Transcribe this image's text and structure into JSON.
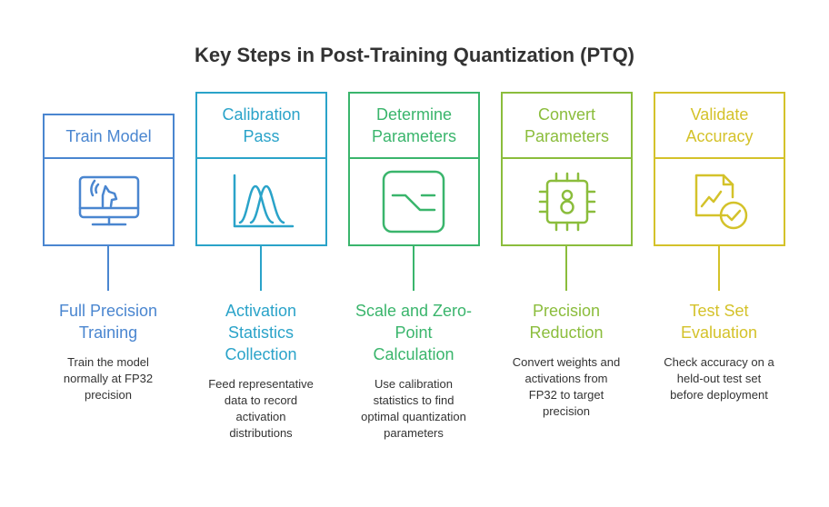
{
  "title": "Key Steps in Post-Training Quantization (PTQ)",
  "steps": [
    {
      "heading_lines": [
        "Train Model"
      ],
      "icon": "monitor-with-dog-icon",
      "color": "#4a86d0",
      "label_lines": [
        "Full Precision",
        "Training"
      ],
      "desc_lines": [
        "Train the model",
        "normally at FP32",
        "precision"
      ]
    },
    {
      "heading_lines": [
        "Calibration",
        "Pass"
      ],
      "icon": "distribution-curves-icon",
      "color": "#2aa3c9",
      "label_lines": [
        "Activation",
        "Statistics",
        "Collection"
      ],
      "desc_lines": [
        "Feed representative",
        "data to record",
        "activation",
        "distributions"
      ]
    },
    {
      "heading_lines": [
        "Determine",
        "Parameters"
      ],
      "icon": "step-function-icon",
      "color": "#3ab56c",
      "label_lines": [
        "Scale and Zero-",
        "Point",
        "Calculation"
      ],
      "desc_lines": [
        "Use calibration",
        "statistics to find",
        "optimal quantization",
        "parameters"
      ]
    },
    {
      "heading_lines": [
        "Convert",
        "Parameters"
      ],
      "icon": "chip-8bit-icon",
      "color": "#8bbd3c",
      "label_lines": [
        "Precision",
        "Reduction"
      ],
      "desc_lines": [
        "Convert weights and",
        "activations from",
        "FP32 to target",
        "precision"
      ]
    },
    {
      "heading_lines": [
        "Validate",
        "Accuracy"
      ],
      "icon": "chart-check-icon",
      "color": "#d4c22a",
      "label_lines": [
        "Test Set",
        "Evaluation"
      ],
      "desc_lines": [
        "Check accuracy on a",
        "held-out test set",
        "before deployment"
      ]
    }
  ]
}
